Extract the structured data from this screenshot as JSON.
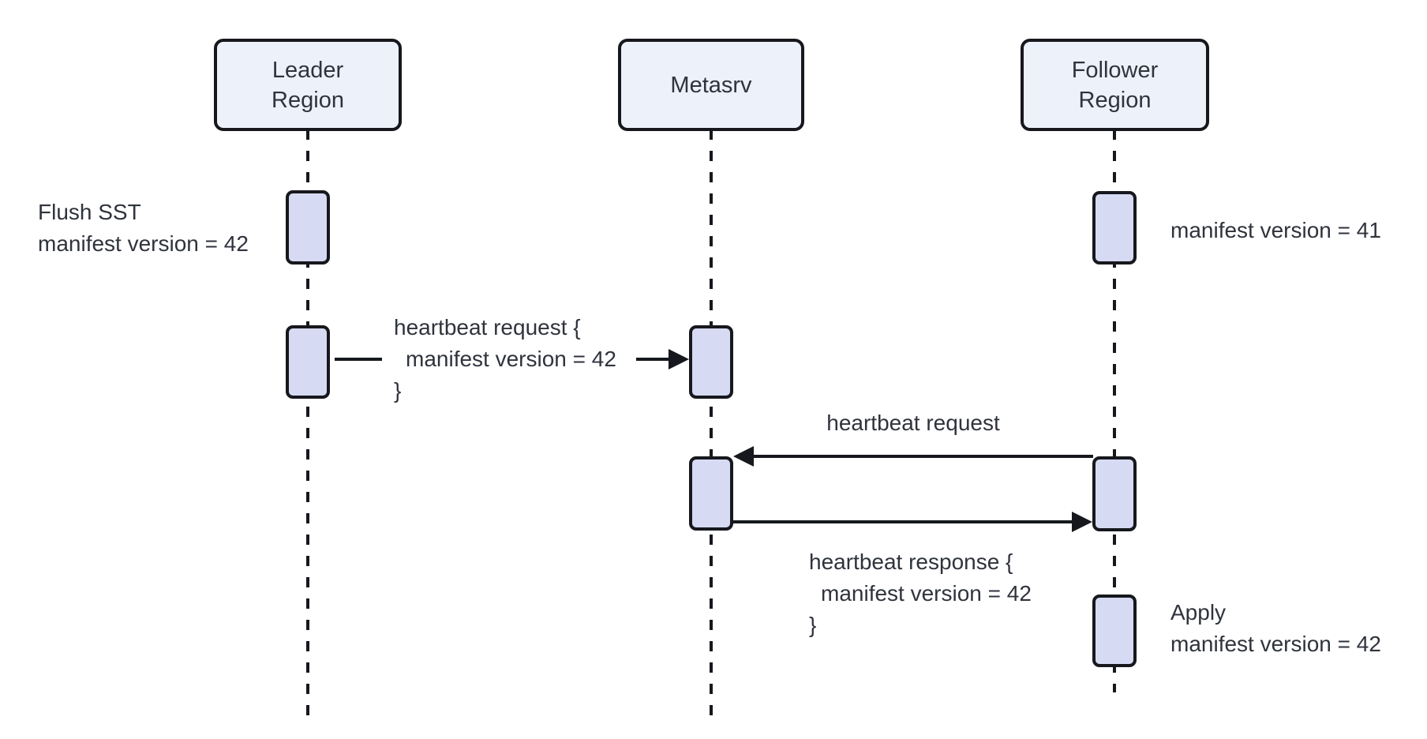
{
  "title": "Heartbeat manifest-version sync sequence diagram",
  "colors": {
    "background": "#ffffff",
    "participant_fill": "#edf1fa",
    "activation_fill": "#d6daf2",
    "line": "#16181d",
    "text": "#2f333c"
  },
  "participants": [
    {
      "label": "Leader Region",
      "lines": [
        "Leader",
        "Region"
      ]
    },
    {
      "label": "Metasrv",
      "lines": [
        "Metasrv"
      ]
    },
    {
      "label": "Follower Region",
      "lines": [
        "Follower",
        "Region"
      ]
    }
  ],
  "notes": {
    "flush": {
      "side": "left of Leader Region",
      "lines": [
        "Flush SST",
        "manifest version = 42"
      ]
    },
    "follower_initial": {
      "side": "right of Follower Region",
      "text": "manifest version = 41"
    },
    "apply": {
      "side": "right of Follower Region",
      "lines": [
        "Apply",
        "manifest version = 42"
      ]
    }
  },
  "messages": [
    {
      "from": "Leader Region",
      "to": "Metasrv",
      "direction": "right",
      "lines": [
        "heartbeat request {",
        "manifest version = 42",
        "}"
      ]
    },
    {
      "from": "Follower Region",
      "to": "Metasrv",
      "direction": "left",
      "label": "heartbeat request"
    },
    {
      "from": "Metasrv",
      "to": "Follower Region",
      "direction": "right",
      "lines": [
        "heartbeat response {",
        "manifest version = 42",
        "}"
      ]
    }
  ]
}
